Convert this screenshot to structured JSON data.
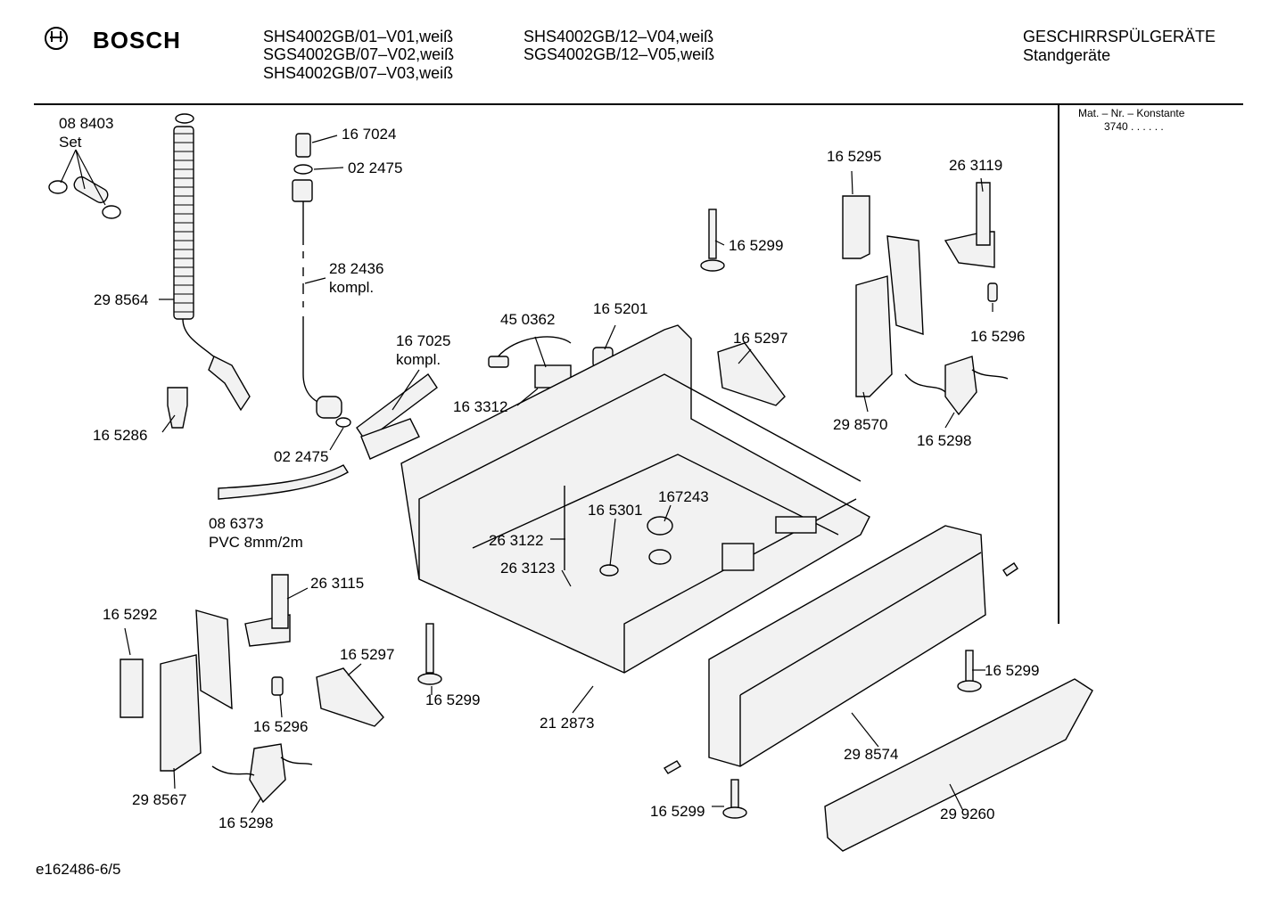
{
  "header": {
    "brand": "BOSCH",
    "models_col1": [
      "SHS4002GB/01–V01,weiß",
      "SGS4002GB/07–V02,weiß",
      "SHS4002GB/07–V03,weiß"
    ],
    "models_col2": [
      "SHS4002GB/12–V04,weiß",
      "SGS4002GB/12–V05,weiß"
    ],
    "category": "GESCHIRRSPÜLGERÄTE",
    "subcategory": "Standgeräte"
  },
  "side_box": {
    "label": "Mat. – Nr. – Konstante",
    "value": "3740 . . . . . ."
  },
  "footer": {
    "drawing_id": "e162486-6/5"
  },
  "parts": {
    "p088403": "08 8403",
    "p088403_set": "Set",
    "p298564": "29 8564",
    "p167024": "16 7024",
    "p022475_top": "02 2475",
    "p282436": "28 2436",
    "p282436_kompl": "kompl.",
    "p167025": "16 7025",
    "p167025_kompl": "kompl.",
    "p450362": "45 0362",
    "p165201": "16 5201",
    "p163312": "16 3312",
    "p165286": "16 5286",
    "p022475_bottom": "02 2475",
    "p086373": "08 6373",
    "p086373_desc": "PVC 8mm/2m",
    "p165299_top": "16 5299",
    "p165297_top": "16 5297",
    "p165295": "16 5295",
    "p263119": "26 3119",
    "p165296_right": "16 5296",
    "p298570": "29 8570",
    "p165298_right": "16 5298",
    "p167243": "167243",
    "p165301": "16 5301",
    "p263122": "26 3122",
    "p263123": "26 3123",
    "p263115": "26 3115",
    "p165292": "16 5292",
    "p165297_left": "16 5297",
    "p165296_left": "16 5296",
    "p298567": "29 8567",
    "p165298_left": "16 5298",
    "p165299_mid": "16 5299",
    "p212873": "21 2873",
    "p165299_right": "16 5299",
    "p298574": "29 8574",
    "p165299_bottom": "16 5299",
    "p299260": "29 9260"
  }
}
